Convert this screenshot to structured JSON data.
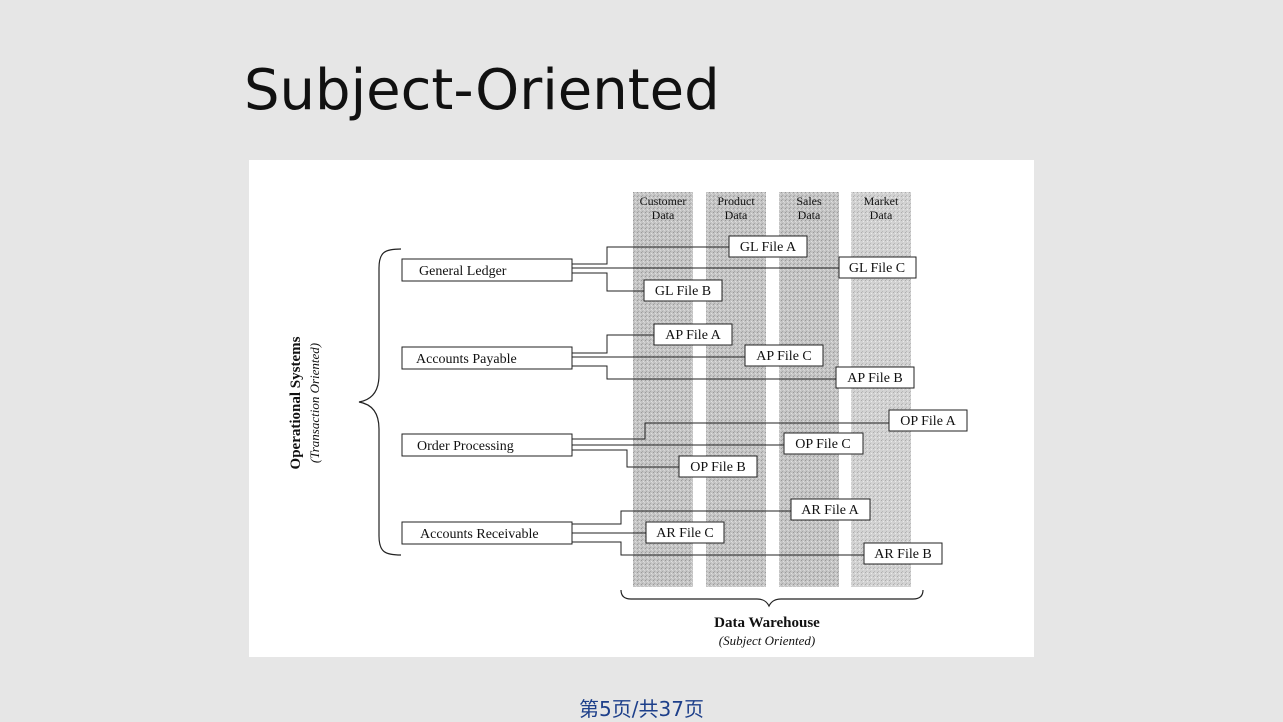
{
  "slide": {
    "title": "Subject-Oriented",
    "footer": "第5页/共37页"
  },
  "diagram": {
    "columns": [
      {
        "label_line1": "Customer",
        "label_line2": "Data"
      },
      {
        "label_line1": "Product",
        "label_line2": "Data"
      },
      {
        "label_line1": "Sales",
        "label_line2": "Data"
      },
      {
        "label_line1": "Market",
        "label_line2": "Data"
      }
    ],
    "systems": [
      {
        "label": "General Ledger",
        "files": [
          "GL File A",
          "GL File C",
          "GL File B"
        ]
      },
      {
        "label": "Accounts Payable",
        "files": [
          "AP File A",
          "AP File C",
          "AP File B"
        ]
      },
      {
        "label": "Order Processing",
        "files": [
          "OP File A",
          "OP File C",
          "OP File B"
        ]
      },
      {
        "label": "Accounts Receivable",
        "files": [
          "AR File A",
          "AR File C",
          "AR File B"
        ]
      }
    ],
    "left_group": {
      "title": "Operational Systems",
      "subtitle": "(Transaction Oriented)"
    },
    "bottom_group": {
      "title": "Data Warehouse",
      "subtitle": "(Subject Oriented)"
    }
  }
}
